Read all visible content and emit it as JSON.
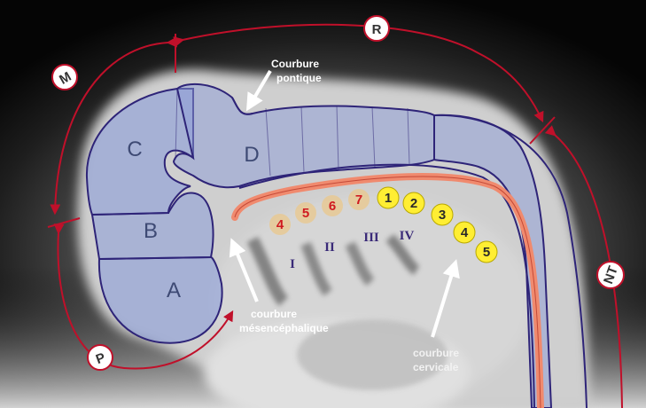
{
  "regions": {
    "A": "A",
    "B": "B",
    "C": "C",
    "D": "D"
  },
  "annotations": {
    "pontine_line1": "Courbure",
    "pontine_line2": "pontique",
    "mesencephalic_line1": "courbure",
    "mesencephalic_line2": "mésencéphalique",
    "cervical_line1": "courbure",
    "cervical_line2": "cervicale"
  },
  "divisions": {
    "M": "M",
    "R": "R",
    "P": "P",
    "NT": "NT"
  },
  "arches": [
    "I",
    "II",
    "III",
    "IV"
  ],
  "red_segments": [
    "4",
    "5",
    "6",
    "7"
  ],
  "yellow_segments": [
    "1",
    "2",
    "3",
    "4",
    "5"
  ],
  "colors": {
    "region_fill": "#8b9cd8",
    "region_outline": "#2e2478",
    "division_arrows": "#c0102a",
    "neural_tube": "#f08a6e",
    "yellow_segment": "#ffee33",
    "red_segment_fill": "#e8c890",
    "red_segment_text": "#d01a20"
  }
}
